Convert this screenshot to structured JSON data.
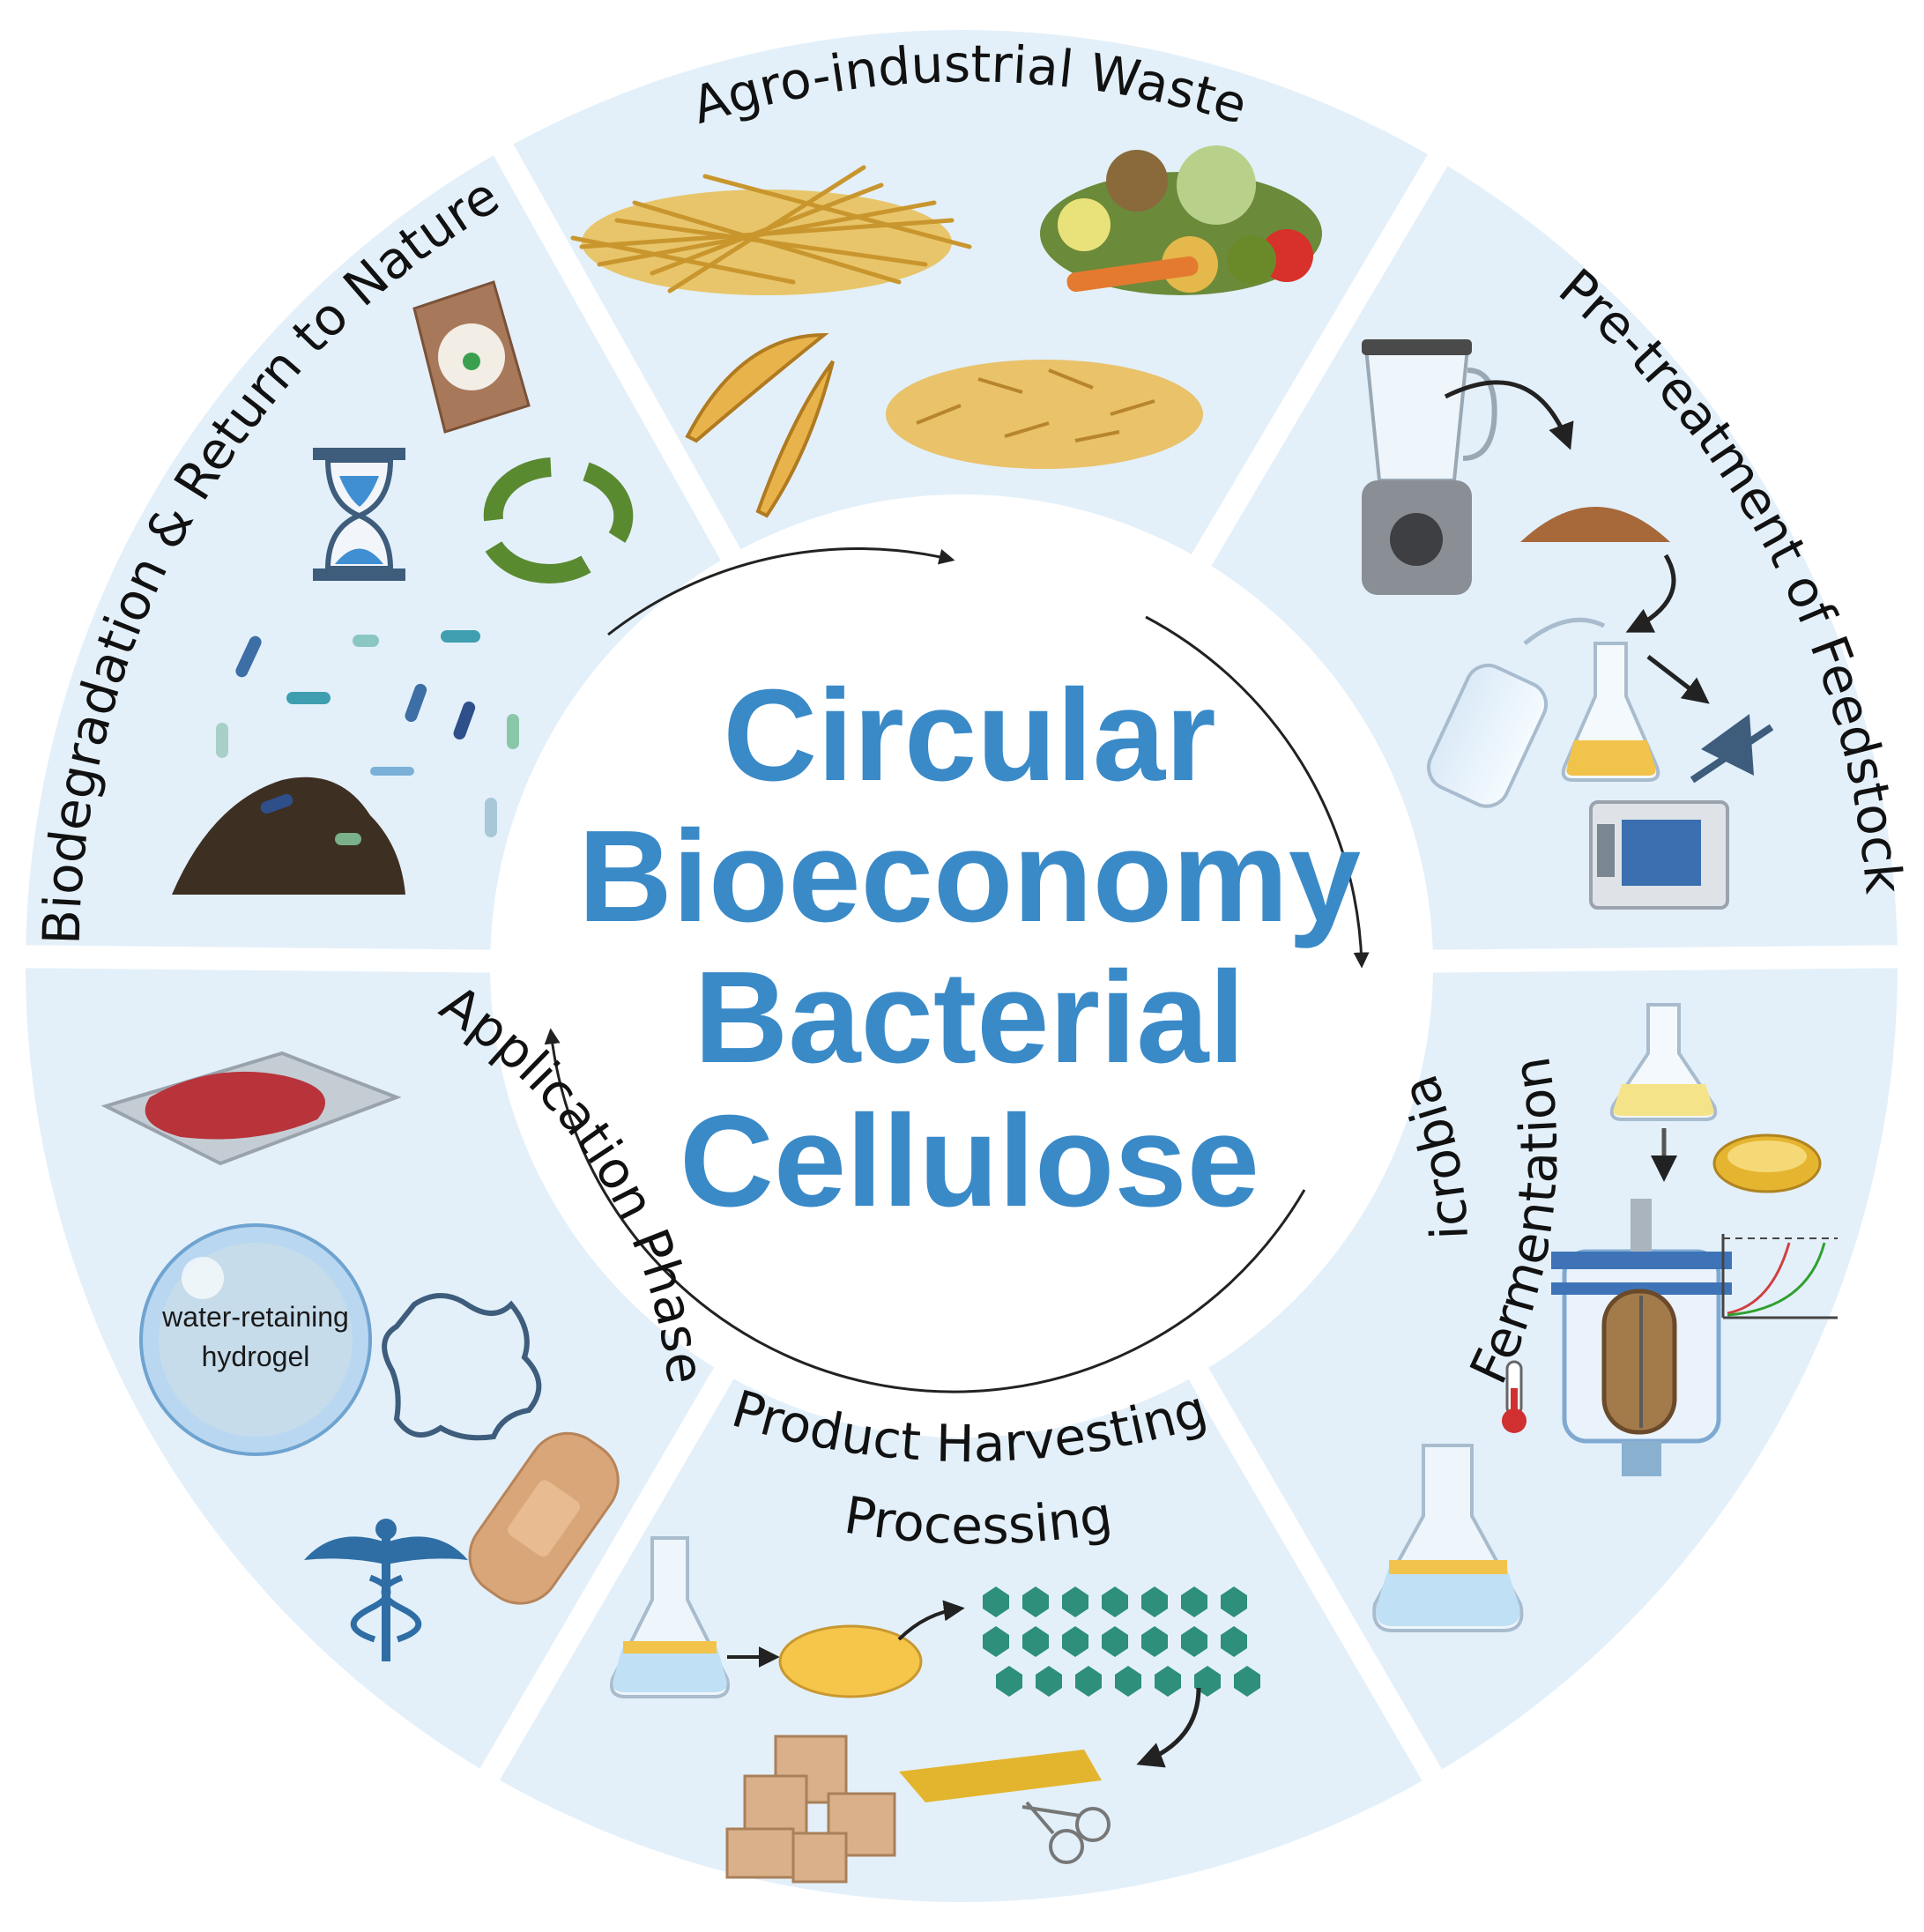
{
  "center": {
    "lines": [
      "Circular",
      "Bioeconomy",
      "Bacterial",
      "Cellulose"
    ]
  },
  "segments": {
    "agro": "Agro-industrial Waste",
    "pretreat": "Pre-treatment of Feedstock",
    "ferment_1": "Microbial",
    "ferment_2": "Fermentation",
    "harvest_1": "Product Harvesting",
    "harvest_2": "Processing",
    "application": "Application Phase",
    "biodeg": "Biodegradation & Return to Nature"
  },
  "application": {
    "hydrogel_1": "water-retaining",
    "hydrogel_2": "hydrogel"
  },
  "colors": {
    "segment_fill": "#e3f0fa",
    "title_blue": "#3a8ac8",
    "arrow": "#222222"
  }
}
